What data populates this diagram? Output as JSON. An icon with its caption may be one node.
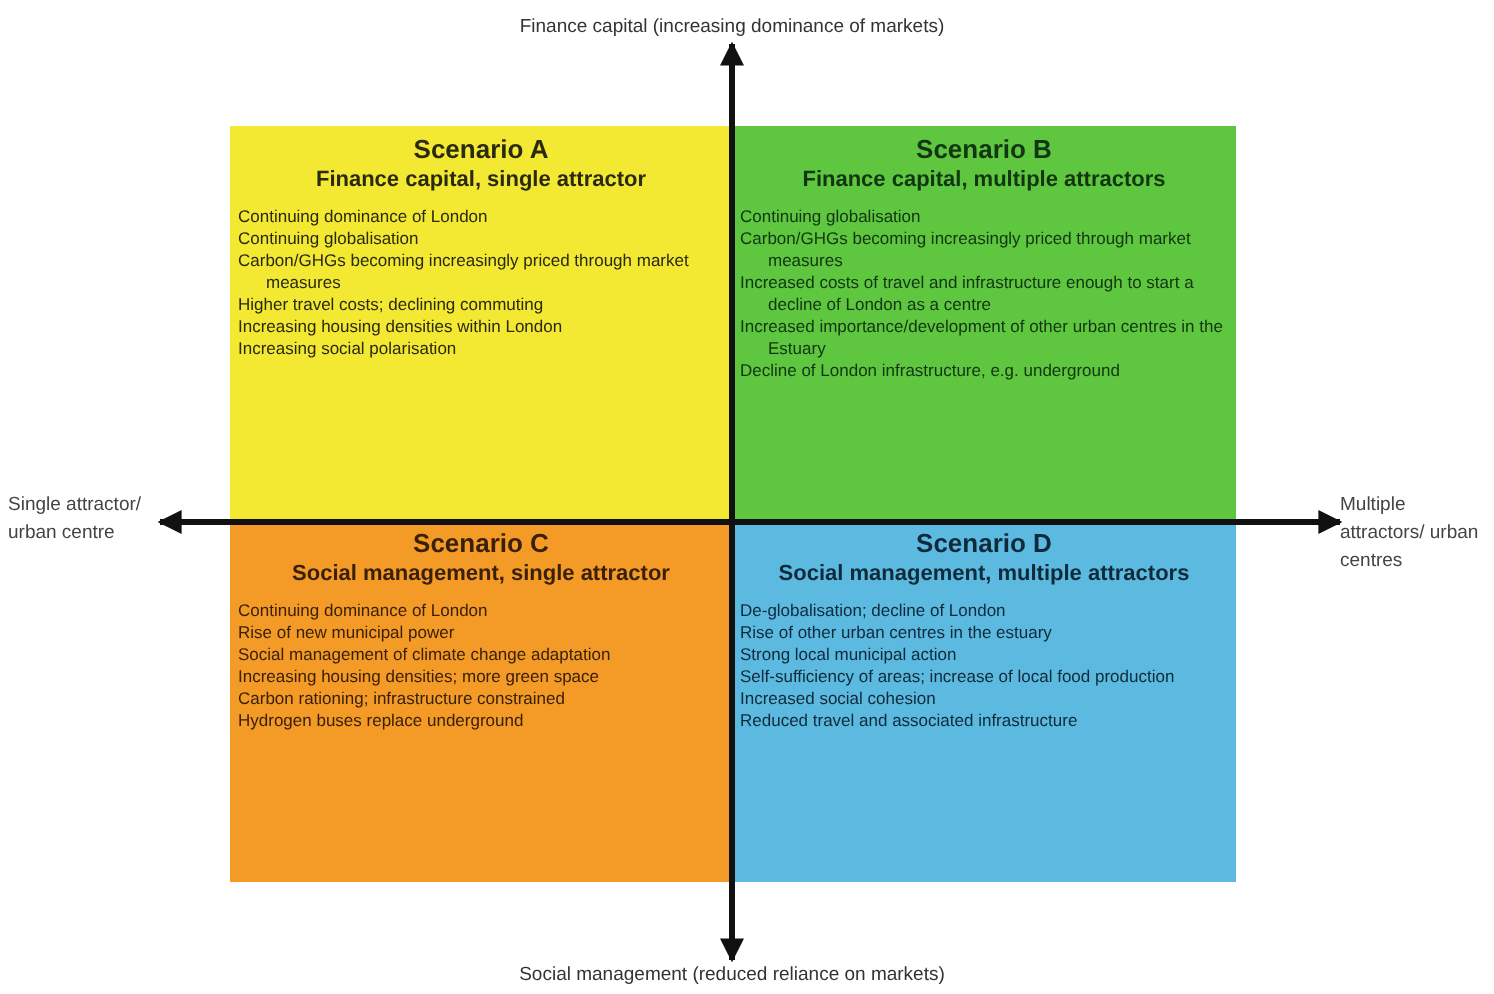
{
  "diagram": {
    "nodes": [
      {
        "text": [
          "Finance capital (increasing dominance of markets)"
        ]
      },
      {
        "text": [
          "Scenario A",
          "Finance capital, single attractor",
          "Continuing dominance of London",
          "Continuing globalisation",
          "Carbon/GHGs becoming increasingly priced through market measures",
          "Higher travel costs; declining commuting",
          "Increasing housing densities within London",
          "Increasing social polarisation"
        ]
      },
      {
        "text": [
          "Scenario B",
          "Finance capital, multiple attractors",
          "Continuing globalisation",
          "Carbon/GHGs becoming increasingly priced through market measures",
          "Increased costs of travel and infrastructure enough to start a decline of London as a centre",
          "Increased importance/development of other urban centres in the Estuary",
          "Decline of London infrastructure, e.g. underground"
        ]
      },
      {
        "text": [
          "Single attractor/ urban centre"
        ]
      },
      {
        "text": [
          "Multiple attractors/ urban centres"
        ]
      },
      {
        "text": [
          "Scenario C",
          "Social management, single attractor",
          "Continuing dominance of London",
          "Rise of new municipal power",
          "Social management of climate change adaptation",
          "Increasing housing densities; more green space",
          "Carbon rationing; infrastructure constrained",
          "Hydrogen buses replace underground"
        ]
      },
      {
        "text": [
          "Scenario D",
          "Social management, multiple attractors",
          "De-globalisation; decline of London",
          "Rise of other urban centres in the estuary",
          "Strong local municipal action",
          "Self-sufficiency of areas; increase of local food production",
          "Increased social cohesion",
          "Reduced travel and associated infrastructure"
        ]
      },
      {
        "text": [
          "Social management (reduced reliance on markets)"
        ]
      }
    ],
    "edges": [
      {
        "from": 3,
        "to": 4,
        "arrow": "both"
      },
      {
        "from": 7,
        "to": 0,
        "arrow": "both"
      }
    ]
  }
}
